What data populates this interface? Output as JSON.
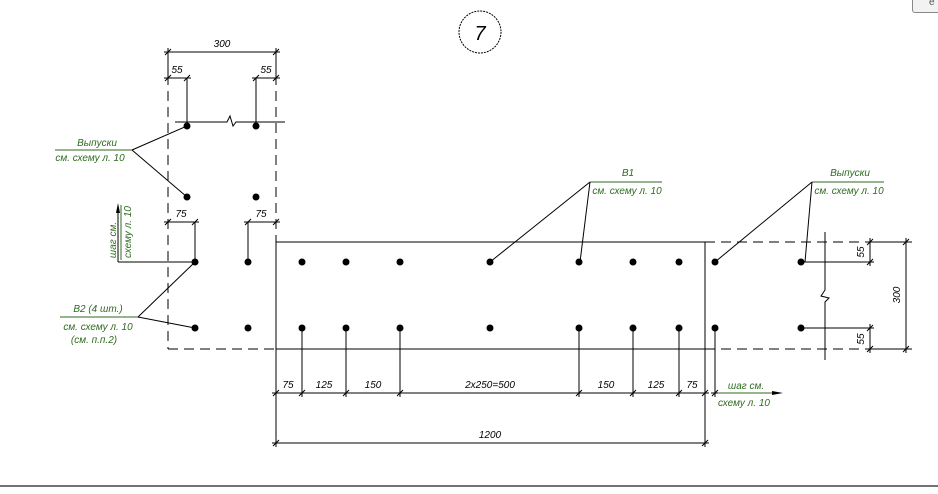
{
  "sheet_marker": "7",
  "corner_button": "e",
  "left_column": {
    "dim_width": "300",
    "dim_left_55": "55",
    "dim_right_55": "55",
    "dim_left_75": "75",
    "dim_right_75": "75",
    "vypuski_title": "Выпуски",
    "vypuski_ref": "см. схему л. 10",
    "step_line1": "шаг см.",
    "step_line2": "схему л. 10",
    "b2_title": "В2 (4 шт.)",
    "b2_ref": "см. схему л. 10",
    "b2_note": "(см. п.п.2)"
  },
  "main": {
    "b1_title": "В1",
    "b1_ref": "см. схему л. 10",
    "vypuski_title": "Выпуски",
    "vypuski_ref": "см. схему л. 10",
    "bottom_dims": [
      "75",
      "125",
      "150",
      "2x250=500",
      "150",
      "125",
      "75"
    ],
    "total_dim": "1200",
    "step_line1": "шаг см.",
    "step_line2": "схему л. 10",
    "right_dim_top": "55",
    "right_dim_bottom": "55",
    "right_dim_total": "300"
  }
}
